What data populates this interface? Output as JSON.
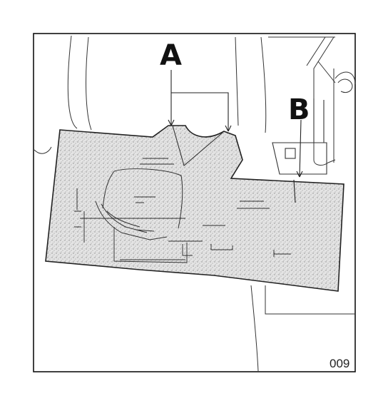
{
  "callouts": {
    "a": "A",
    "b": "B"
  },
  "figure_number": "009"
}
